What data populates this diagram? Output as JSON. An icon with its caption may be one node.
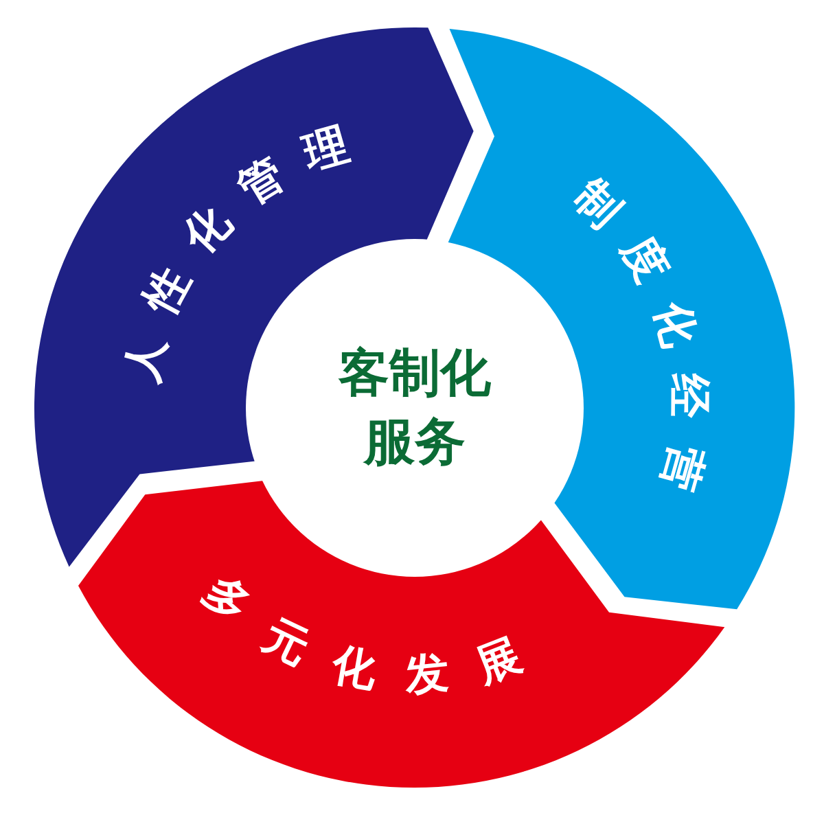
{
  "diagram": {
    "nodes": [
      {
        "text": [
          "人性化管理"
        ]
      },
      {
        "text": [
          "制度化经营"
        ]
      },
      {
        "text": [
          "多元化发展"
        ]
      },
      {
        "text": [
          "客制化服务"
        ]
      }
    ]
  }
}
